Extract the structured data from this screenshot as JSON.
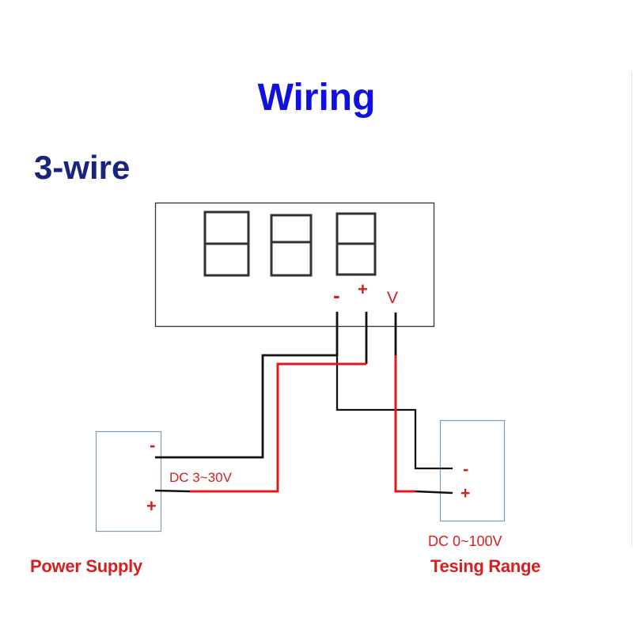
{
  "title": "Wiring",
  "subtitle": "3-wire",
  "colors": {
    "title": "#1010e0",
    "subtitle": "#1a237e",
    "label_red": "#d42020",
    "wire_black": "#111111",
    "wire_red": "#e01818",
    "box_blue": "#7f9db9"
  },
  "meter": {
    "digits": [
      "8",
      "8",
      "8"
    ],
    "terminals": [
      {
        "label": "-"
      },
      {
        "label": "+"
      },
      {
        "label": "V"
      }
    ]
  },
  "power_supply": {
    "name": "Power Supply",
    "range": "DC 3~30V",
    "minus_label": "-",
    "plus_label": "+"
  },
  "testing_range": {
    "name": "Tesing Range",
    "range": "DC 0~100V",
    "minus_label": "-",
    "plus_label": "+"
  }
}
